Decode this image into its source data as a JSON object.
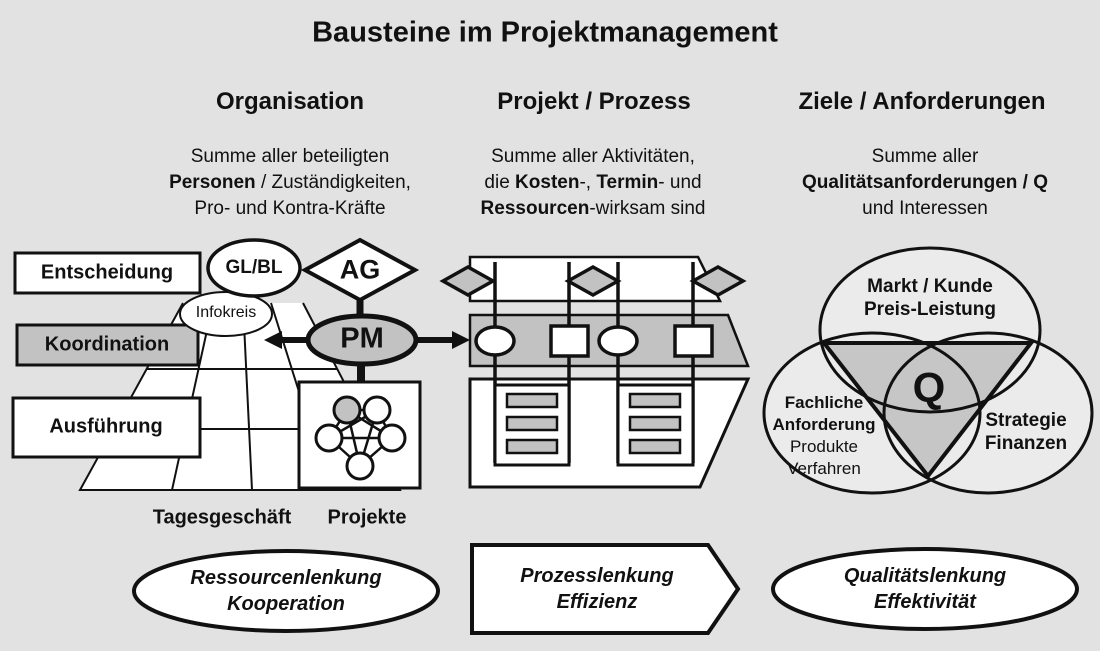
{
  "title": "Bausteine im Projektmanagement",
  "columns": {
    "organisation": {
      "header": "Organisation",
      "desc_line1": "Summe aller beteiligten",
      "desc_line2_bold": "Personen",
      "desc_line2_rest": " / Zuständigkeiten,",
      "desc_line3": "Pro- und Kontra-Kräfte"
    },
    "projekt_prozess": {
      "header": "Projekt / Prozess",
      "desc_line1": "Summe aller Aktivitäten,",
      "desc_line2_pre": "die ",
      "desc_line2_bold1": "Kosten",
      "desc_line2_mid": "-, ",
      "desc_line2_bold2": "Termin",
      "desc_line2_rest": "- und",
      "desc_line3_bold": "Ressourcen",
      "desc_line3_rest": "-wirksam sind"
    },
    "ziele": {
      "header": "Ziele / Anforderungen",
      "desc_line1": "Summe aller",
      "desc_line2_bold": "Qualitätsanforderungen / Q",
      "desc_line3": "und Interessen"
    }
  },
  "organisation_diagram": {
    "box_entscheidung": "Entscheidung",
    "box_koordination": "Koordination",
    "box_ausfuehrung": "Ausführung",
    "ellipse_glbl": "GL/BL",
    "ellipse_infokreis": "Infokreis",
    "diamond_ag": "AG",
    "ellipse_pm": "PM",
    "label_tagesgeschaeft": "Tagesgeschäft",
    "label_projekte": "Projekte"
  },
  "ziele_diagram": {
    "top_line1": "Markt / Kunde",
    "top_line2": "Preis-Leistung",
    "left_line1": "Fachliche",
    "left_line2": "Anforderung",
    "left_line3": "Produkte",
    "left_line4": "Verfahren",
    "right_line1": "Strategie",
    "right_line2": "Finanzen",
    "center_q": "Q"
  },
  "summary": {
    "organisation_line1": "Ressourcenlenkung",
    "organisation_line2": "Kooperation",
    "prozess_line1": "Prozesslenkung",
    "prozess_line2": "Effizienz",
    "ziele_line1": "Qualitätslenkung",
    "ziele_line2": "Effektivität"
  },
  "colors": {
    "background": "#e2e2e2",
    "shape_gray": "#c2c2c2",
    "venn_fill": "#ebebeb",
    "stroke": "#111111",
    "white": "#ffffff"
  }
}
